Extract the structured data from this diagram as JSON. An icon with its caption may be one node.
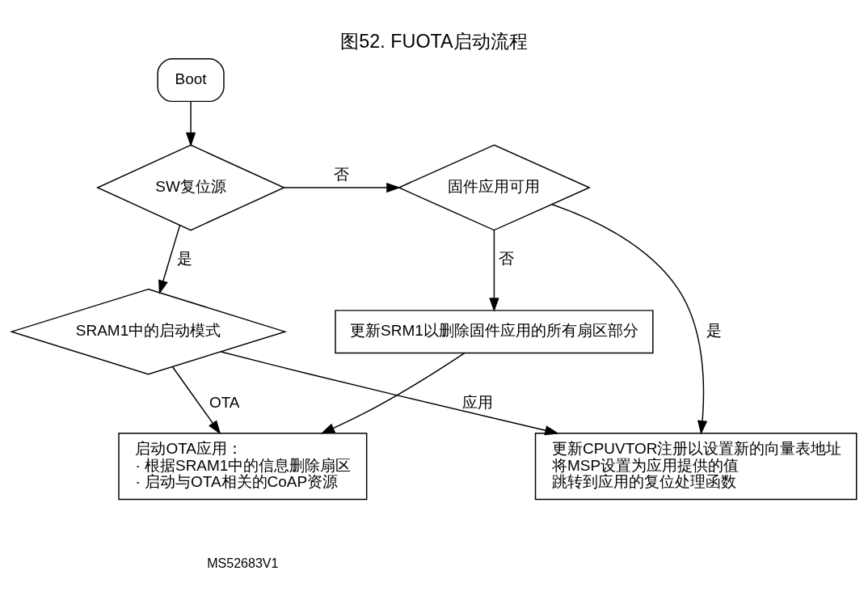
{
  "diagram": {
    "title": "图52. FUOTA启动流程",
    "nodes": [
      {
        "text": [
          "Boot"
        ]
      },
      {
        "text": [
          "SW复位源"
        ]
      },
      {
        "text": [
          "固件应用可用"
        ]
      },
      {
        "text": [
          "SRAM1中的启动模式"
        ]
      },
      {
        "text": [
          "更新CPUVTOR注册以设置新的向量表地址",
          "将MSP设置为应用提供的值",
          "跳转到应用的复位处理函数"
        ]
      },
      {
        "text": [
          "更新SRM1以删除固件应用的所有扇区部分"
        ]
      },
      {
        "text": [
          "启动OTA应用：",
          "· 根据SRAM1中的信息删除扇区",
          "· 启动与OTA相关的CoAP资源"
        ]
      }
    ],
    "edges": [
      {
        "from": 0,
        "to": 1,
        "arrow": "to"
      },
      {
        "from": 1,
        "to": 2,
        "arrow": "to",
        "label": "否"
      },
      {
        "from": 1,
        "to": 3,
        "arrow": "to",
        "label": "是"
      },
      {
        "from": 2,
        "to": 5,
        "arrow": "to",
        "label": "否"
      },
      {
        "from": 2,
        "to": 4,
        "arrow": "to",
        "label": "是"
      },
      {
        "from": 3,
        "to": 4,
        "arrow": "to",
        "label": "应用"
      },
      {
        "from": 3,
        "to": 6,
        "arrow": "to",
        "label": "OTA"
      },
      {
        "from": 5,
        "to": 6,
        "arrow": "to"
      }
    ],
    "labels": [
      "MS52683V1"
    ]
  }
}
